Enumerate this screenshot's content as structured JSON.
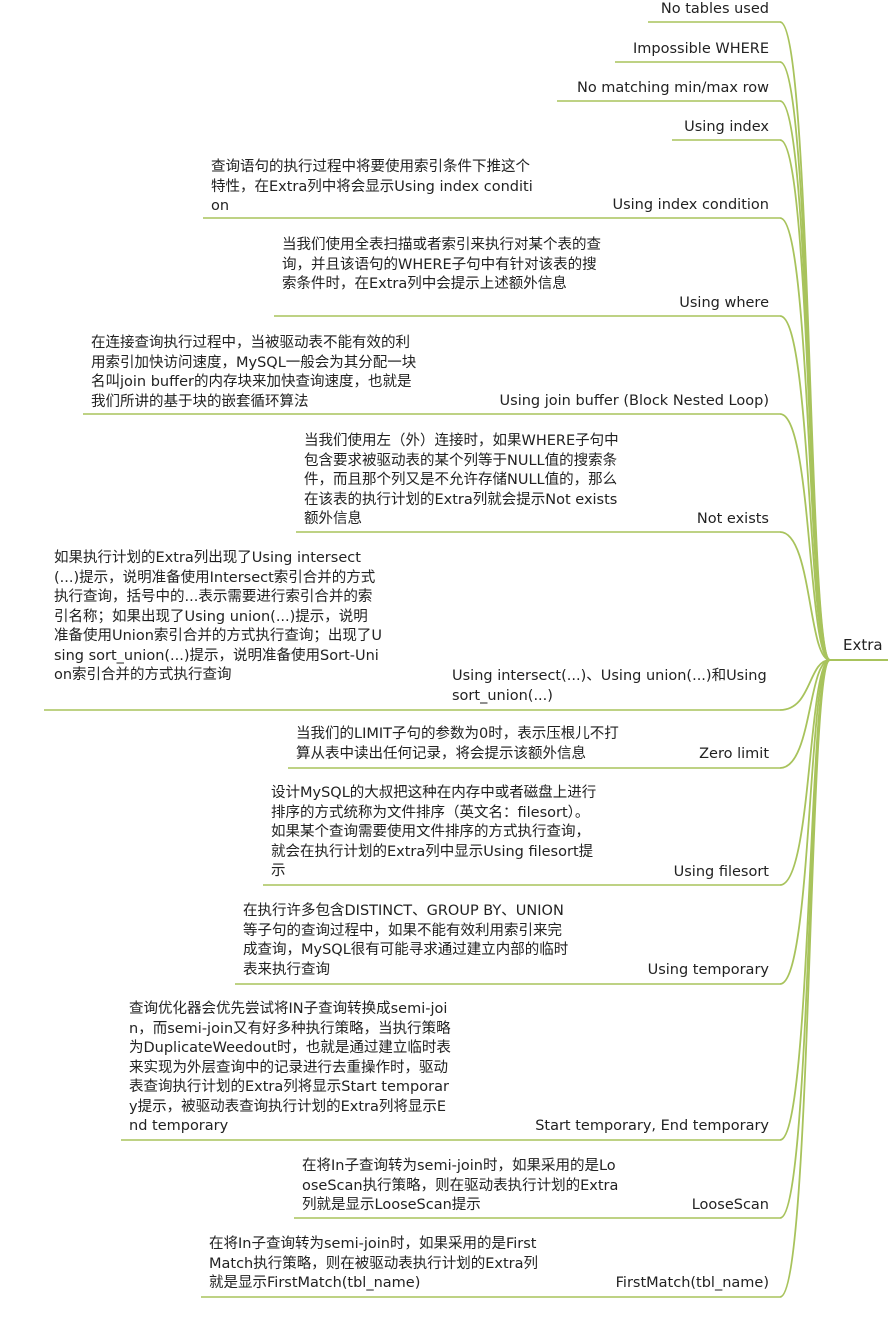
{
  "root": "Extra",
  "colors": {
    "branch": "#a8c35c",
    "text": "#222222",
    "background": "#ffffff"
  },
  "nodes": [
    {
      "label": "No tables used",
      "desc": ""
    },
    {
      "label": "Impossible WHERE",
      "desc": ""
    },
    {
      "label": "No matching min/max row",
      "desc": ""
    },
    {
      "label": "Using index",
      "desc": ""
    },
    {
      "label": "Using index condition",
      "desc": "查询语句的执行过程中将要使用索引条件下推这个特性，在Extra列中将会显示Using index condition"
    },
    {
      "label": "Using where",
      "desc": "当我们使用全表扫描或者索引来执行对某个表的查询，并且该语句的WHERE子句中有针对该表的搜索条件时，在Extra列中会提示上述额外信息"
    },
    {
      "label": "Using join buffer (Block Nested Loop)",
      "desc": "在连接查询执行过程中，当被驱动表不能有效的利用索引加快访问速度，MySQL一般会为其分配一块名叫join buffer的内存块来加快查询速度，也就是我们所讲的基于块的嵌套循环算法"
    },
    {
      "label": "Not exists",
      "desc": "当我们使用左（外）连接时，如果WHERE子句中包含要求被驱动表的某个列等于NULL值的搜索条件，而且那个列又是不允许存储NULL值的，那么在该表的执行计划的Extra列就会提示Not exists额外信息"
    },
    {
      "label": "Using intersect(...)、Using union(...)和Using sort_union(...)",
      "desc": "如果执行计划的Extra列出现了Using intersect(...)提示，说明准备使用Intersect索引合并的方式执行查询，括号中的...表示需要进行索引合并的索引名称；如果出现了Using union(...)提示，说明准备使用Union索引合并的方式执行查询；出现了Using sort_union(...)提示，说明准备使用Sort-Union索引合并的方式执行查询"
    },
    {
      "label": "Zero limit",
      "desc": "当我们的LIMIT子句的参数为0时，表示压根儿不打算从表中读出任何记录，将会提示该额外信息"
    },
    {
      "label": "Using filesort",
      "desc": "设计MySQL的大叔把这种在内存中或者磁盘上进行排序的方式统称为文件排序（英文名：filesort）。如果某个查询需要使用文件排序的方式执行查询，就会在执行计划的Extra列中显示Using filesort提示"
    },
    {
      "label": "Using temporary",
      "desc": "在执行许多包含DISTINCT、GROUP BY、UNION等子句的查询过程中，如果不能有效利用索引来完成查询，MySQL很有可能寻求通过建立内部的临时表来执行查询"
    },
    {
      "label": "Start temporary, End temporary",
      "desc": "查询优化器会优先尝试将IN子查询转换成semi-join，而semi-join又有好多种执行策略，当执行策略为DuplicateWeedout时，也就是通过建立临时表来实现为外层查询中的记录进行去重操作时，驱动表查询执行计划的Extra列将显示Start temporary提示，被驱动表查询执行计划的Extra列将显示End temporary"
    },
    {
      "label": "LooseScan",
      "desc": "在将In子查询转为semi-join时，如果采用的是LooseScan执行策略，则在驱动表执行计划的Extra列就是显示LooseScan提示"
    },
    {
      "label": "FirstMatch(tbl_name)",
      "desc": "在将In子查询转为semi-join时，如果采用的是FirstMatch执行策略，则在被驱动表执行计划的Extra列就是显示FirstMatch(tbl_name)"
    }
  ]
}
